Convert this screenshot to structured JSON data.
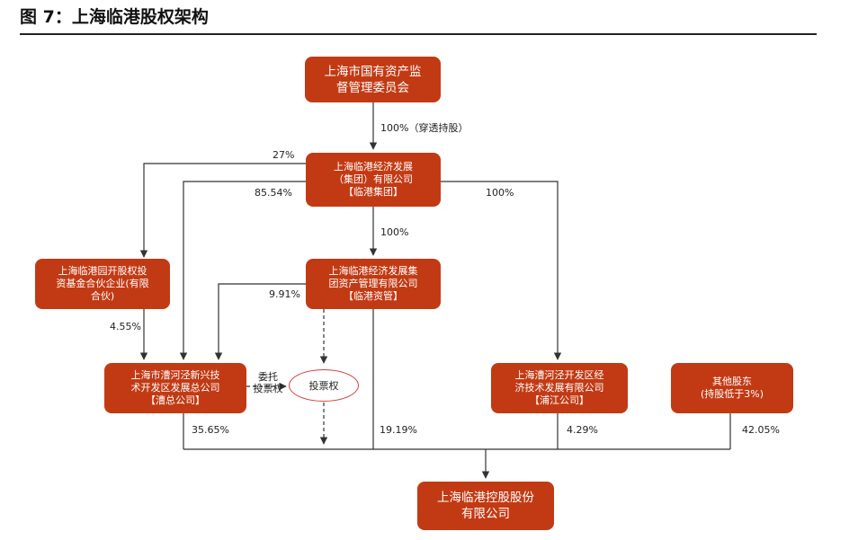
{
  "title": "图 7：上海临港股权架构",
  "nodes": {
    "sasac": "上海市国有资产监\n督管理委员会",
    "group": "上海临港经济发展\n（集团）有限公司\n【临港集团】",
    "fund": "上海临港园开股权投\n资基金合伙企业(有限\n合伙)",
    "asset": "上海临港经济发展集\n团资产管理有限公司\n【临港资管】",
    "caohejing": "上海市漕河泾新兴技\n术开发区发展总公司\n【漕总公司】",
    "pujiang": "上海漕河泾开发区经\n济技术发展有限公司\n【浦江公司】",
    "others": "其他股东\n(持股低于3%)",
    "target": "上海临港控股股份\n有限公司"
  },
  "labels": {
    "sasac_group": "100%（穿透持股）",
    "group_fund": "27%",
    "group_caohejing": "85.54%",
    "group_pujiang": "100%",
    "group_asset": "100%",
    "asset_caohejing": "9.91%",
    "fund_caohejing": "4.55%",
    "caohejing_target": "35.65%",
    "asset_target": "19.19%",
    "pujiang_target": "4.29%",
    "others_target": "42.05%",
    "entrust": "委托\n投票权",
    "vote": "投票权"
  },
  "colors": {
    "box": "#c23a14",
    "ellipse": "#d83c3c",
    "line": "#333333"
  }
}
